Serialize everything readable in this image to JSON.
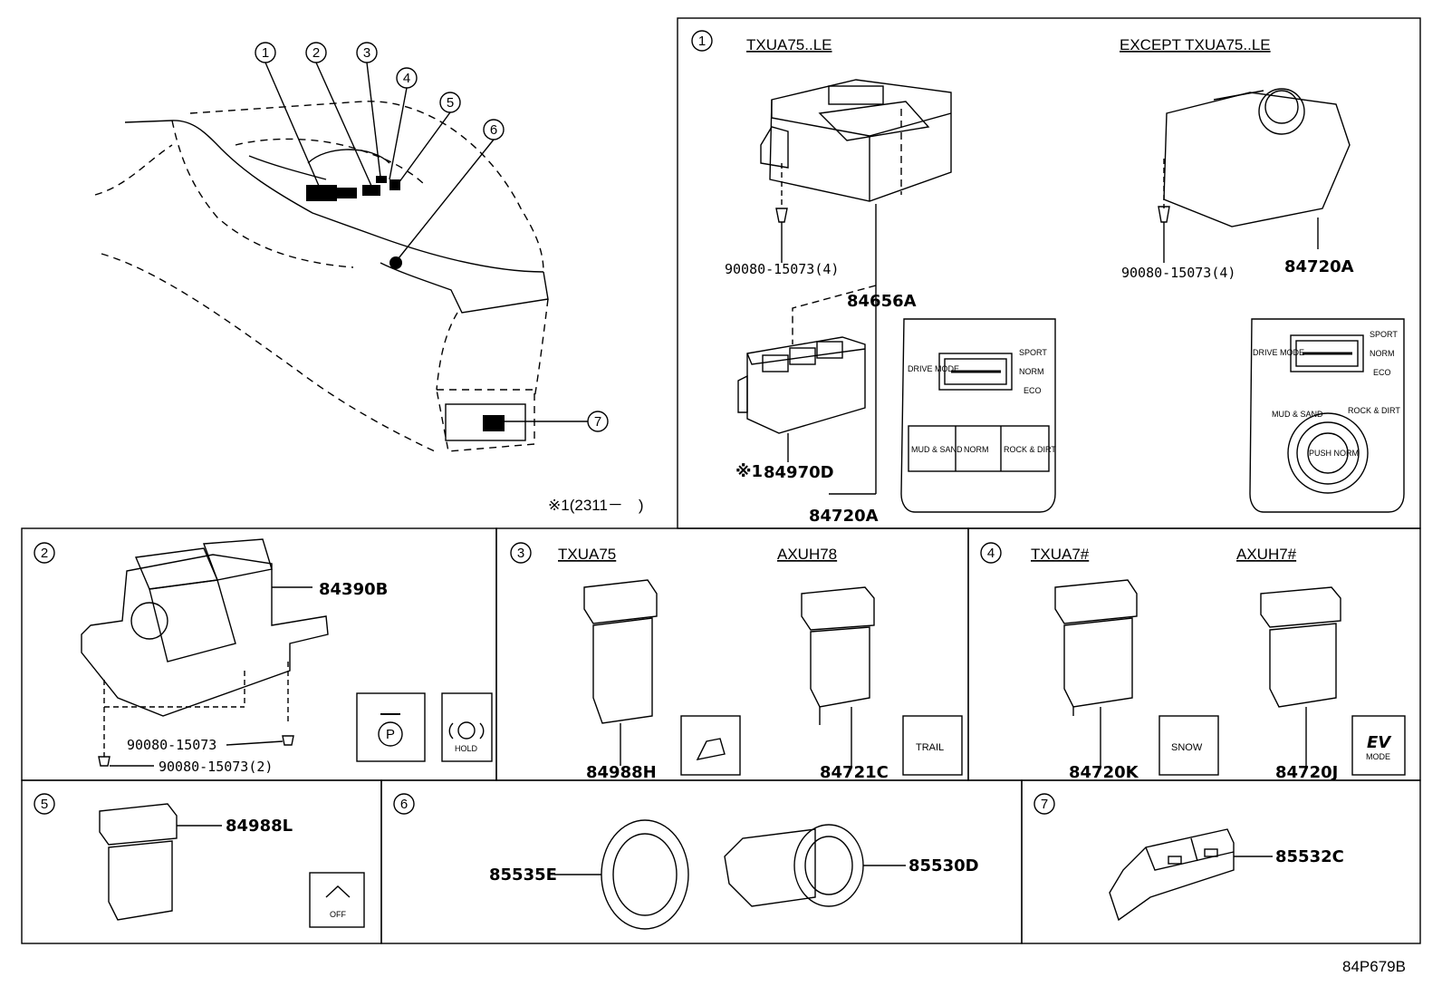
{
  "diagram": {
    "footer_code": "84P679B",
    "note": "※1(2311－　)",
    "callouts": [
      "1",
      "2",
      "3",
      "4",
      "5",
      "6",
      "7"
    ],
    "panel1": {
      "num": "1",
      "variant_left": "TXUA75..LE",
      "variant_right": "EXCEPT TXUA75..LE",
      "bolt_left": "90080-15073(4)",
      "bolt_right": "90080-15073(4)",
      "part_84656A": "84656A",
      "part_84970D": "84970D",
      "note_mark": "※1",
      "part_84720A_left": "84720A",
      "part_84720A_right": "84720A",
      "icon_left": {
        "drive_mode": "DRIVE MODE",
        "sport": "SPORT",
        "norm": "NORM",
        "eco": "ECO",
        "mud_sand": "MUD & SAND",
        "norm_btn": "NORM",
        "rock_dirt": "ROCK & DIRT"
      },
      "icon_right": {
        "drive_mode": "DRIVE MODE",
        "sport": "SPORT",
        "norm": "NORM",
        "eco": "ECO",
        "mud_sand": "MUD & SAND",
        "rock_dirt": "ROCK & DIRT",
        "push_norm": "PUSH NORM"
      }
    },
    "panel2": {
      "num": "2",
      "part_84390B": "84390B",
      "bolt1": "90080-15073",
      "bolt2": "90080-15073(2)",
      "icon_hold": "HOLD"
    },
    "panel3": {
      "num": "3",
      "variant_left": "TXUA75",
      "variant_right": "AXUH78",
      "part_left": "84988H",
      "part_right": "84721C",
      "icon_right": "TRAIL"
    },
    "panel4": {
      "num": "4",
      "variant_left": "TXUA7#",
      "variant_right": "AXUH7#",
      "part_left": "84720K",
      "part_right": "84720J",
      "icon_left": "SNOW",
      "icon_right_ev": "EV",
      "icon_right_mode": "MODE"
    },
    "panel5": {
      "num": "5",
      "part": "84988L",
      "icon_off": "OFF"
    },
    "panel6": {
      "num": "6",
      "part_left": "85535E",
      "part_right": "85530D"
    },
    "panel7": {
      "num": "7",
      "part": "85532C"
    }
  }
}
